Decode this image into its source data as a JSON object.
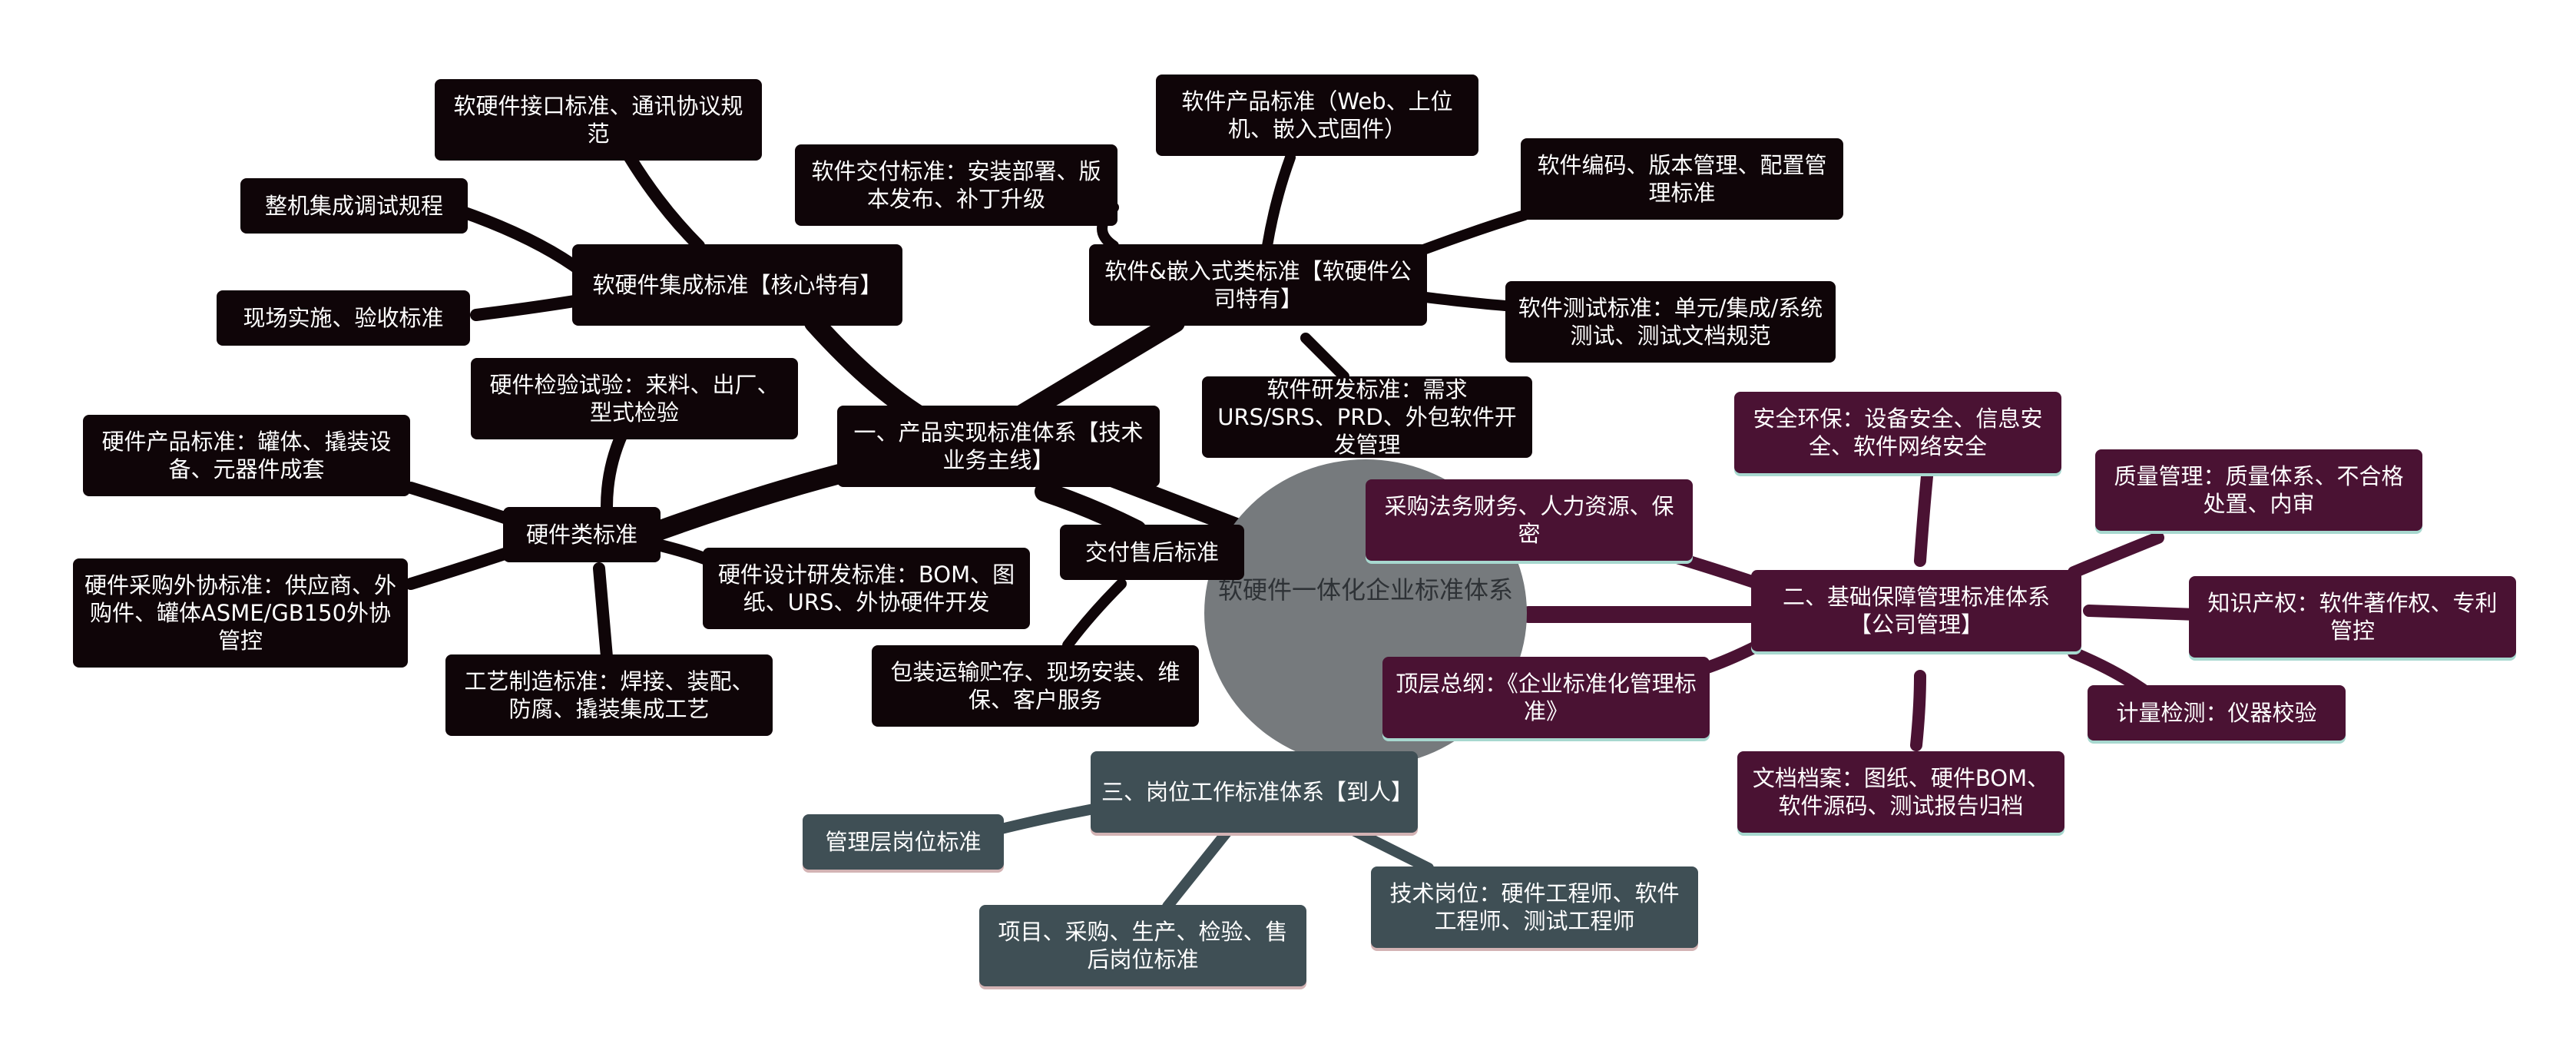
{
  "root": {
    "label": "软硬件一体化企业标准体系",
    "color": "#767a7d"
  },
  "colors": {
    "branch1": "#0f0508",
    "branch2": "#4a1233",
    "branch3": "#3f4f55",
    "underline2": "#a7d8cf",
    "underline3": "#d3b3b4"
  },
  "branches": [
    {
      "label": "一、产品实现标准体系【技术业务主线】",
      "children": [
        {
          "label": "软硬件集成标准【核心特有】",
          "children": [
            {
              "label": "软硬件接口标准、通讯协议规范"
            },
            {
              "label": "整机集成调试规程"
            },
            {
              "label": "现场实施、验收标准"
            }
          ]
        },
        {
          "label": "软件&嵌入式类标准【软硬件公司特有】",
          "children": [
            {
              "label": "软件交付标准：安装部署、版本发布、补丁升级"
            },
            {
              "label": "软件产品标准（Web、上位机、嵌入式固件）"
            },
            {
              "label": "软件编码、版本管理、配置管理标准"
            },
            {
              "label": "软件测试标准：单元/集成/系统测试、测试文档规范"
            },
            {
              "label": "软件研发标准：需求URS/SRS、PRD、外包软件开发管理"
            }
          ]
        },
        {
          "label": "硬件类标准",
          "children": [
            {
              "label": "硬件检验试验：来料、出厂、型式检验"
            },
            {
              "label": "硬件产品标准：罐体、撬装设备、元器件成套"
            },
            {
              "label": "硬件采购外协标准：供应商、外购件、罐体ASME/GB150外协管控"
            },
            {
              "label": "工艺制造标准：焊接、装配、防腐、撬装集成工艺"
            },
            {
              "label": "硬件设计研发标准：BOM、图纸、URS、外协硬件开发"
            }
          ]
        },
        {
          "label": "交付售后标准",
          "children": [
            {
              "label": "包装运输贮存、现场安装、维保、客户服务"
            }
          ]
        }
      ]
    },
    {
      "label": "二、基础保障管理标准体系【公司管理】",
      "children": [
        {
          "label": "安全环保：设备安全、信息安全、软件网络安全"
        },
        {
          "label": "质量管理：质量体系、不合格处置、内审"
        },
        {
          "label": "知识产权：软件著作权、专利管控"
        },
        {
          "label": "计量检测：仪器校验"
        },
        {
          "label": "文档档案：图纸、硬件BOM、软件源码、测试报告归档"
        },
        {
          "label": "采购法务财务、人力资源、保密"
        },
        {
          "label": "顶层总纲：《企业标准化管理标准》"
        }
      ]
    },
    {
      "label": "三、岗位工作标准体系【到人】",
      "children": [
        {
          "label": "管理层岗位标准"
        },
        {
          "label": "项目、采购、生产、检验、售后岗位标准"
        },
        {
          "label": "技术岗位：硬件工程师、软件工程师、测试工程师"
        }
      ]
    }
  ]
}
